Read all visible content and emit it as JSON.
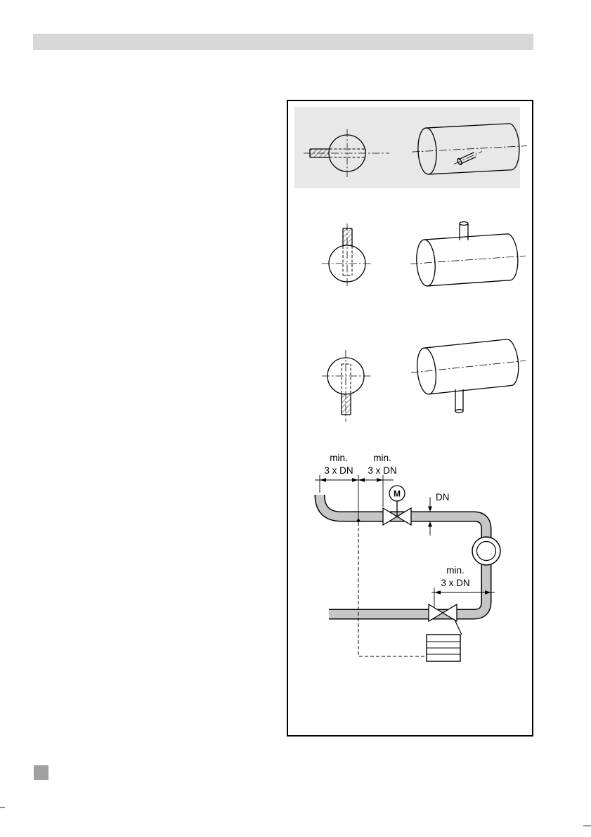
{
  "page": {
    "colors": {
      "header_bar": "#d7d7d7",
      "shaded_band": "#e8e8e8",
      "pipe_fill": "#c6c6c6",
      "corner_square": "#a0a0a0",
      "line": "#000000"
    }
  },
  "figure": {
    "dim_top_left": {
      "line1": "min.",
      "line2": "3 x DN"
    },
    "dim_top_right": {
      "line1": "min.",
      "line2": "3 x DN"
    },
    "dim_bottom": {
      "line1": "min.",
      "line2": "3 x DN"
    },
    "pipe_diameter_label": "DN",
    "motor_label": "M"
  }
}
